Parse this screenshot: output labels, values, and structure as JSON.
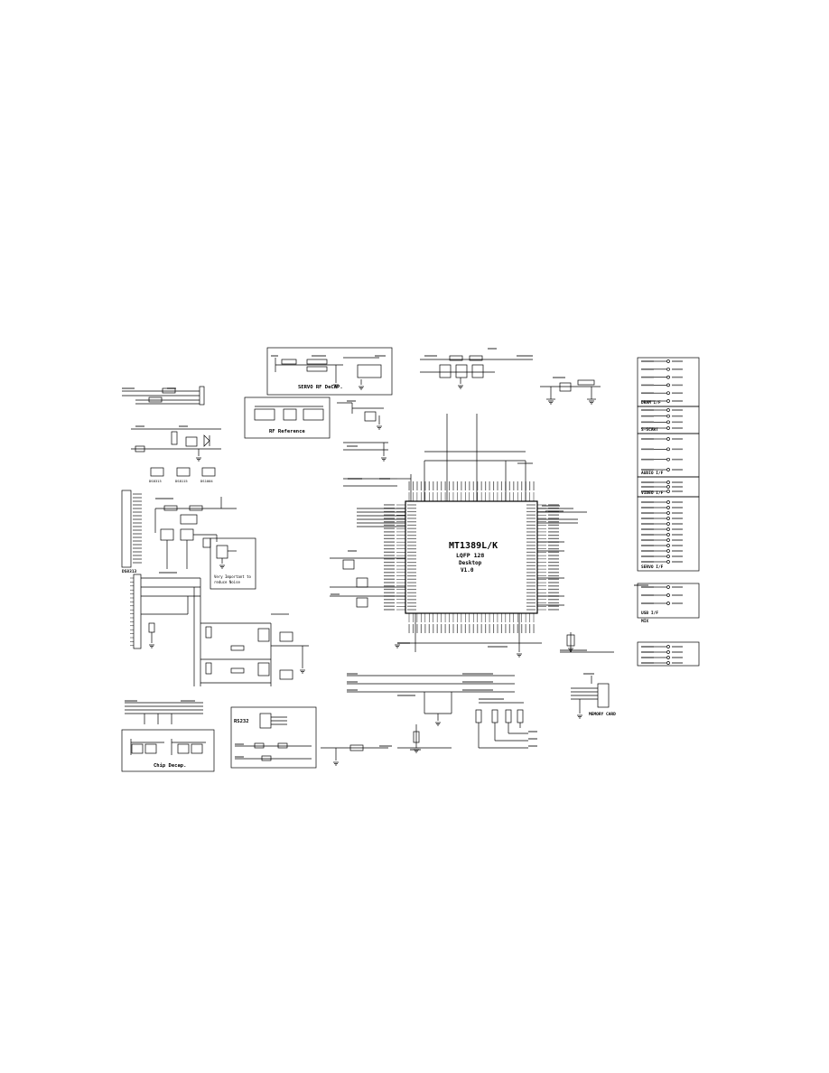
{
  "ic": {
    "part": "MT1389L/K",
    "package": "LQFP 128",
    "variant": "Desktop",
    "version": "V1.0"
  },
  "blocks": {
    "servo_rf_decap": "SERVO RF DeCAP.",
    "rf_reference": "RF Reference",
    "chip_decap": "Chip Decap.",
    "rs232": "RS232",
    "memory_card": "MEMORY CARD",
    "ds_note": "DS8313",
    "important_note_1": "Very Important to",
    "important_note_2": "reduce Noise"
  },
  "transistors": [
    "DS8313",
    "DS8115",
    "DS1004"
  ],
  "right_panel": {
    "group_titles": [
      "DRAM I/F",
      "S-SCART",
      "AUDIO I/F",
      "VIDEO I/F",
      "SERVO I/F",
      "USB I/F",
      "MIX"
    ]
  },
  "colors": {
    "ink": "#000000",
    "paper": "#ffffff"
  }
}
